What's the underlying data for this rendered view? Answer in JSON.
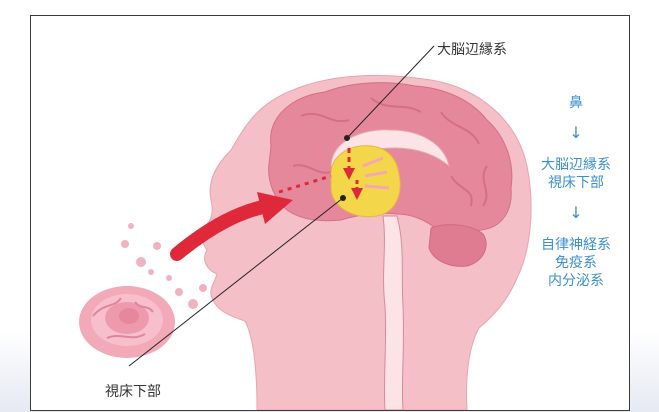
{
  "labels": {
    "limbic_system": "大脳辺縁系",
    "hypothalamus": "視床下部"
  },
  "flow": {
    "step1": "鼻",
    "arrow1": "↓",
    "step2": "大脳辺縁系\n視床下部",
    "arrow2": "↓",
    "step3": "自律神経系\n免疫系\n内分泌系"
  },
  "colors": {
    "skin": "#f3b9c2",
    "brain": "#e68a9c",
    "thalamus": "#f6d94a",
    "arrow": "#e0283b",
    "flow_text": "#3b8fd0"
  }
}
